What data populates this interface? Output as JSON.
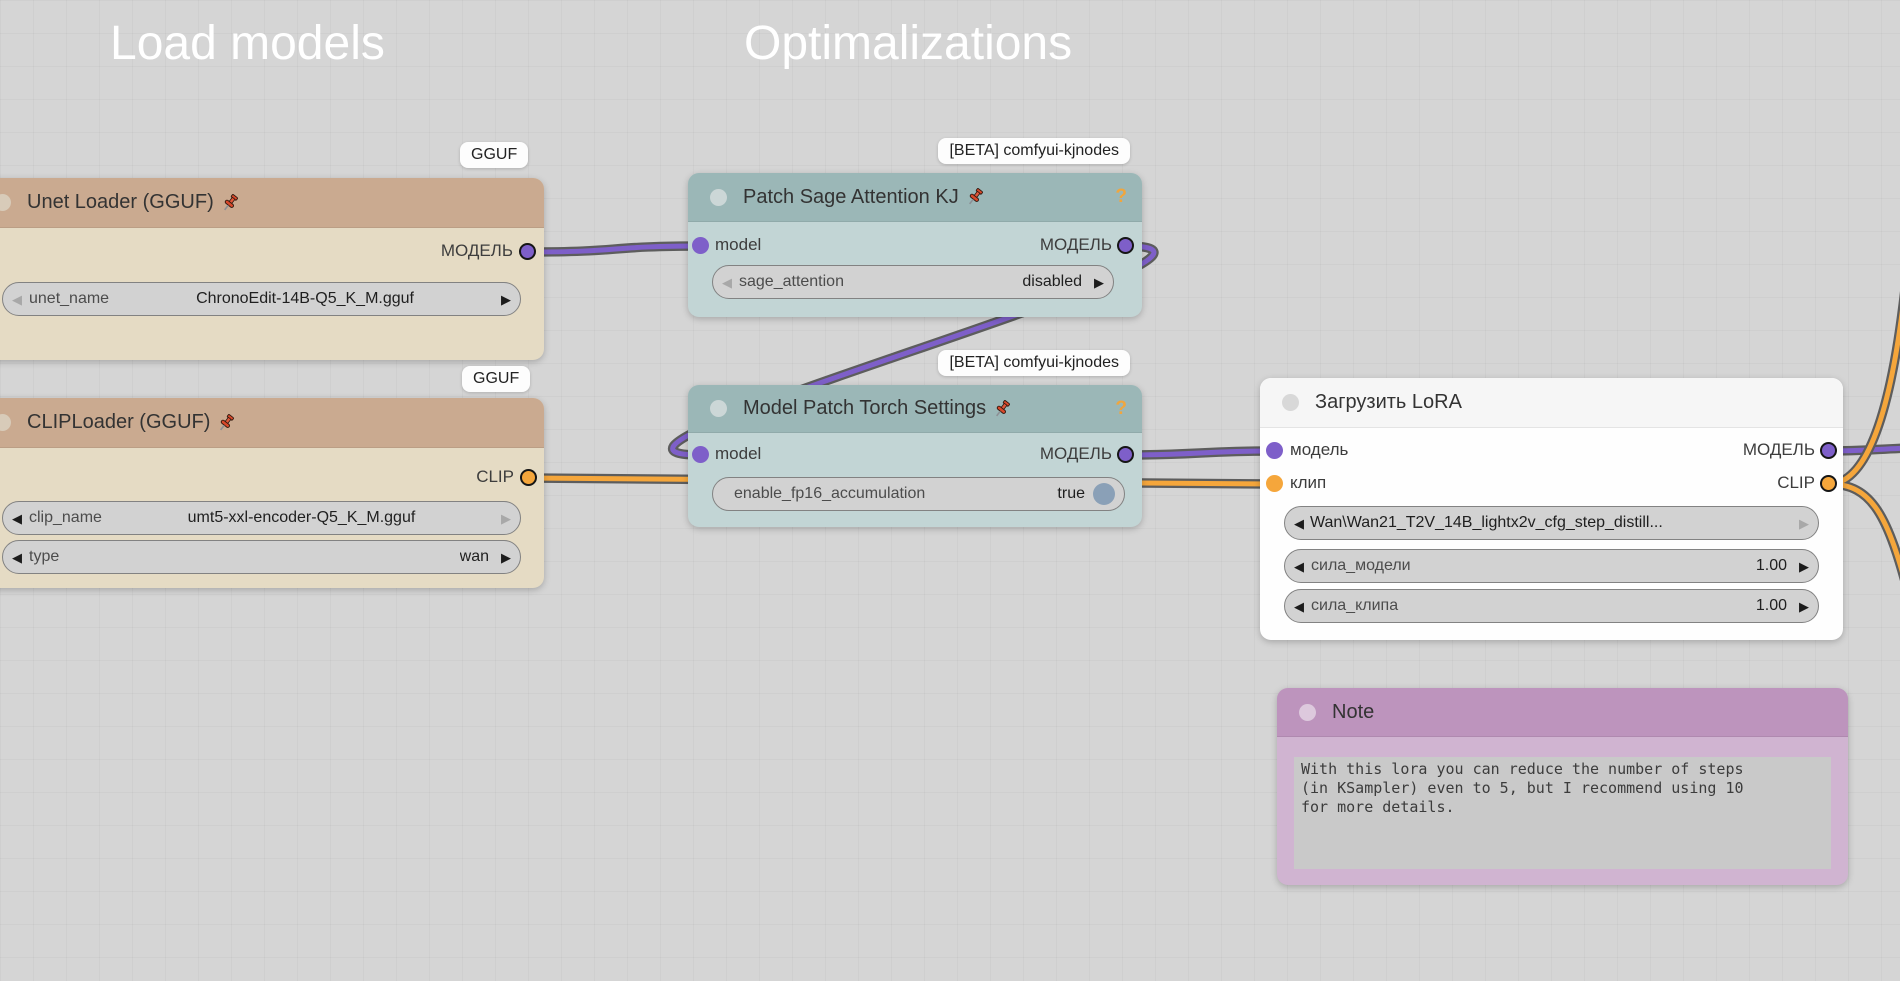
{
  "colors": {
    "model_wire": "#7E5FC9",
    "clip_wire": "#F5A63B",
    "wire_outline": "#5D5D5D",
    "help_icon": "#F0A63E",
    "canvas_bg": "#D5D5D5"
  },
  "icons": {
    "arrow_left": "◀",
    "arrow_right": "▶",
    "help": "?"
  },
  "groups": {
    "load_models": {
      "title": "Load models"
    },
    "optimalizations": {
      "title": "Optimalizations"
    }
  },
  "nodes": {
    "unet_loader": {
      "title": "Unet Loader (GGUF)",
      "badge": "GGUF",
      "outputs": {
        "model": "МОДЕЛЬ"
      },
      "widgets": {
        "unet_name": {
          "label": "unet_name",
          "value": "ChronoEdit-14B-Q5_K_M.gguf"
        }
      }
    },
    "clip_loader": {
      "title": "CLIPLoader (GGUF)",
      "badge": "GGUF",
      "outputs": {
        "clip": "CLIP"
      },
      "widgets": {
        "clip_name": {
          "label": "clip_name",
          "value": "umt5-xxl-encoder-Q5_K_M.gguf"
        },
        "type": {
          "label": "type",
          "value": "wan"
        }
      }
    },
    "patch_sage": {
      "title": "Patch Sage Attention KJ",
      "badge": "[BETA] comfyui-kjnodes",
      "inputs": {
        "model": "model"
      },
      "outputs": {
        "model": "МОДЕЛЬ"
      },
      "widgets": {
        "sage_attention": {
          "label": "sage_attention",
          "value": "disabled"
        }
      }
    },
    "torch_settings": {
      "title": "Model Patch Torch Settings",
      "badge": "[BETA] comfyui-kjnodes",
      "inputs": {
        "model": "model"
      },
      "outputs": {
        "model": "МОДЕЛЬ"
      },
      "widgets": {
        "enable_fp16_accumulation": {
          "label": "enable_fp16_accumulation",
          "value": "true"
        }
      }
    },
    "lora": {
      "title": "Загрузить LoRA",
      "inputs": {
        "model": "модель",
        "clip": "клип"
      },
      "outputs": {
        "model": "МОДЕЛЬ",
        "clip": "CLIP"
      },
      "widgets": {
        "lora_name": {
          "value": "Wan\\Wan21_T2V_14B_lightx2v_cfg_step_distill..."
        },
        "strength_model": {
          "label": "сила_модели",
          "value": "1.00"
        },
        "strength_clip": {
          "label": "сила_клипа",
          "value": "1.00"
        }
      }
    },
    "note": {
      "title": "Note",
      "text": "With this lora you can reduce the number of steps\n(in KSampler) even to 5, but I recommend using 10\nfor more details."
    }
  }
}
